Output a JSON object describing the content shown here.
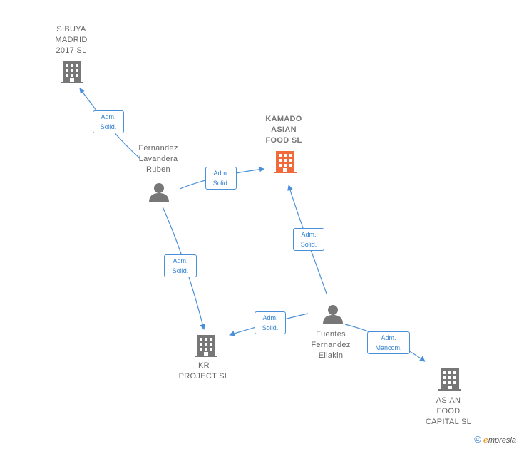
{
  "colors": {
    "edge": "#4a90d9",
    "node": "#777777",
    "focal": "#f06a3c"
  },
  "nodes": {
    "sibuya": "SIBUYA\nMADRID\n2017  SL",
    "kamado": "KAMADO\nASIAN\nFOOD  SL",
    "fernandez": "Fernandez\nLavandera\nRuben",
    "kr": "KR\nPROJECT  SL",
    "fuentes": "Fuentes\nFernandez\nEliakin",
    "asianfood": "ASIAN\nFOOD\nCAPITAL  SL"
  },
  "edges": {
    "e1": "Adm.\nSolid.",
    "e2": "Adm.\nSolid.",
    "e3": "Adm.\nSolid.",
    "e4": "Adm.\nSolid.",
    "e5": "Adm.\nSolid.",
    "e6": "Adm.\nMancom."
  },
  "brand": {
    "copyright": "©",
    "e": "e",
    "name": "mpresia"
  }
}
